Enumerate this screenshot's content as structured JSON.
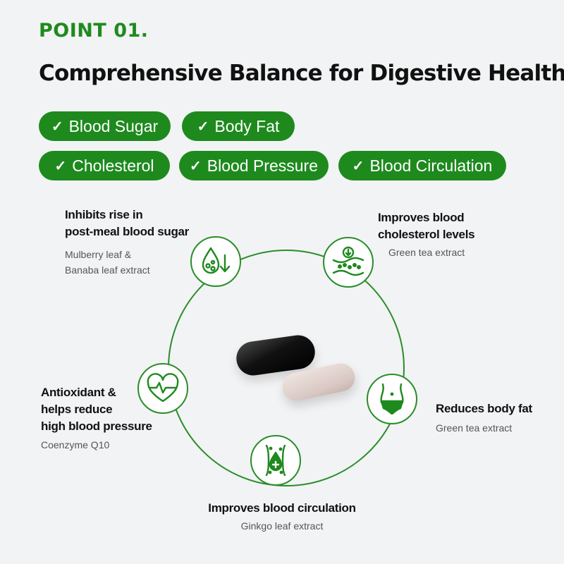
{
  "header": {
    "point": "POINT 01.",
    "title": "Comprehensive Balance for Digestive Health"
  },
  "tags": [
    {
      "check": "✓",
      "label": "Blood Sugar"
    },
    {
      "check": "✓",
      "label": "Body Fat"
    },
    {
      "check": "✓",
      "label": "Cholesterol"
    },
    {
      "check": "✓",
      "label": "Blood Pressure"
    },
    {
      "check": "✓",
      "label": "Blood Circulation"
    }
  ],
  "benefits": [
    {
      "title_lines": [
        "Inhibits rise in",
        "post-meal blood sugar"
      ],
      "ingredient_lines": [
        "Mulberry leaf &",
        "Banaba leaf extract"
      ],
      "icon": "blood-drop-arrow-icon"
    },
    {
      "title_lines": [
        "Improves blood",
        "cholesterol levels"
      ],
      "ingredient_lines": [
        "Green tea extract"
      ],
      "icon": "blood-vessel-cholesterol-icon"
    },
    {
      "title_lines": [
        "Antioxidant &",
        "helps reduce",
        "high blood pressure"
      ],
      "ingredient_lines": [
        "Coenzyme Q10"
      ],
      "icon": "heart-pulse-icon"
    },
    {
      "title_lines": [
        "Reduces body fat"
      ],
      "ingredient_lines": [
        "Green tea extract"
      ],
      "icon": "waist-icon"
    },
    {
      "title_lines": [
        "Improves blood circulation"
      ],
      "ingredient_lines": [
        "Ginkgo leaf extract"
      ],
      "icon": "vessel-drop-icon"
    }
  ],
  "colors": {
    "accent": "#1e8a1e",
    "background": "#f2f3f4"
  }
}
